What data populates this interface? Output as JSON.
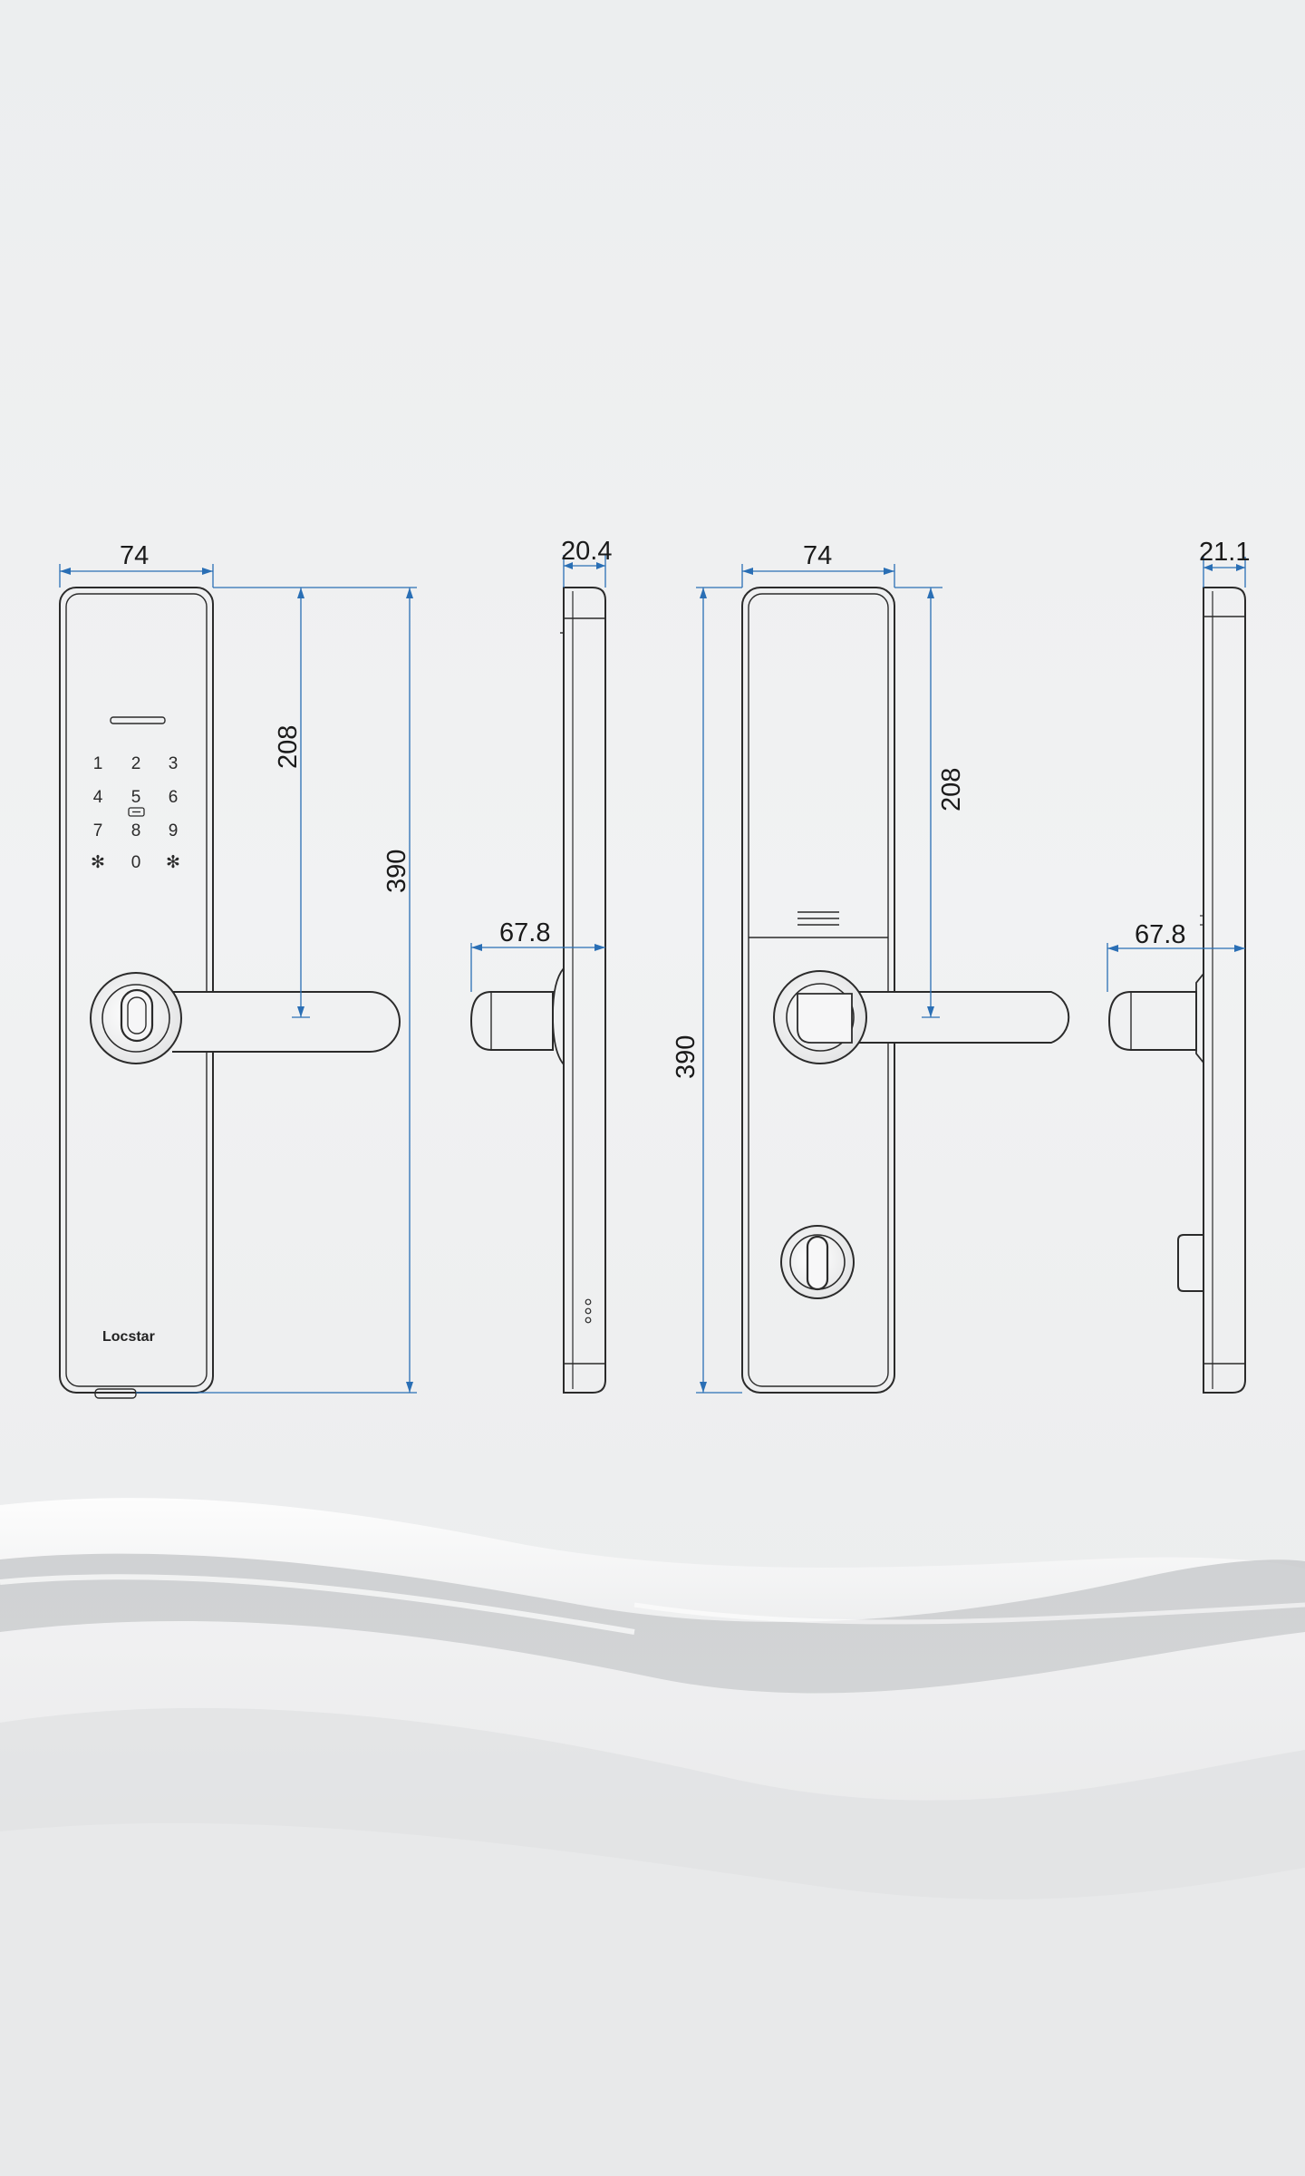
{
  "brand_logo": "Locstar",
  "colors": {
    "dimension_line": "#2a6fb5",
    "outline": "#2b2b2b",
    "background": "#eeeff0"
  },
  "keypad": {
    "keys": [
      "1",
      "2",
      "3",
      "4",
      "5",
      "6",
      "7",
      "8",
      "9",
      "✻",
      "0",
      "✻"
    ],
    "fingerprint_icon": "fingerprint-sensor-icon"
  },
  "dimensions": {
    "front_width": "74",
    "front_handle_height": "208",
    "front_total_height": "390",
    "side_depth": "20.4",
    "side_handle_projection": "67.8",
    "back_width": "74",
    "back_handle_height": "208",
    "back_total_height": "390",
    "back_side_depth": "21.1",
    "back_side_handle_projection": "67.8"
  }
}
